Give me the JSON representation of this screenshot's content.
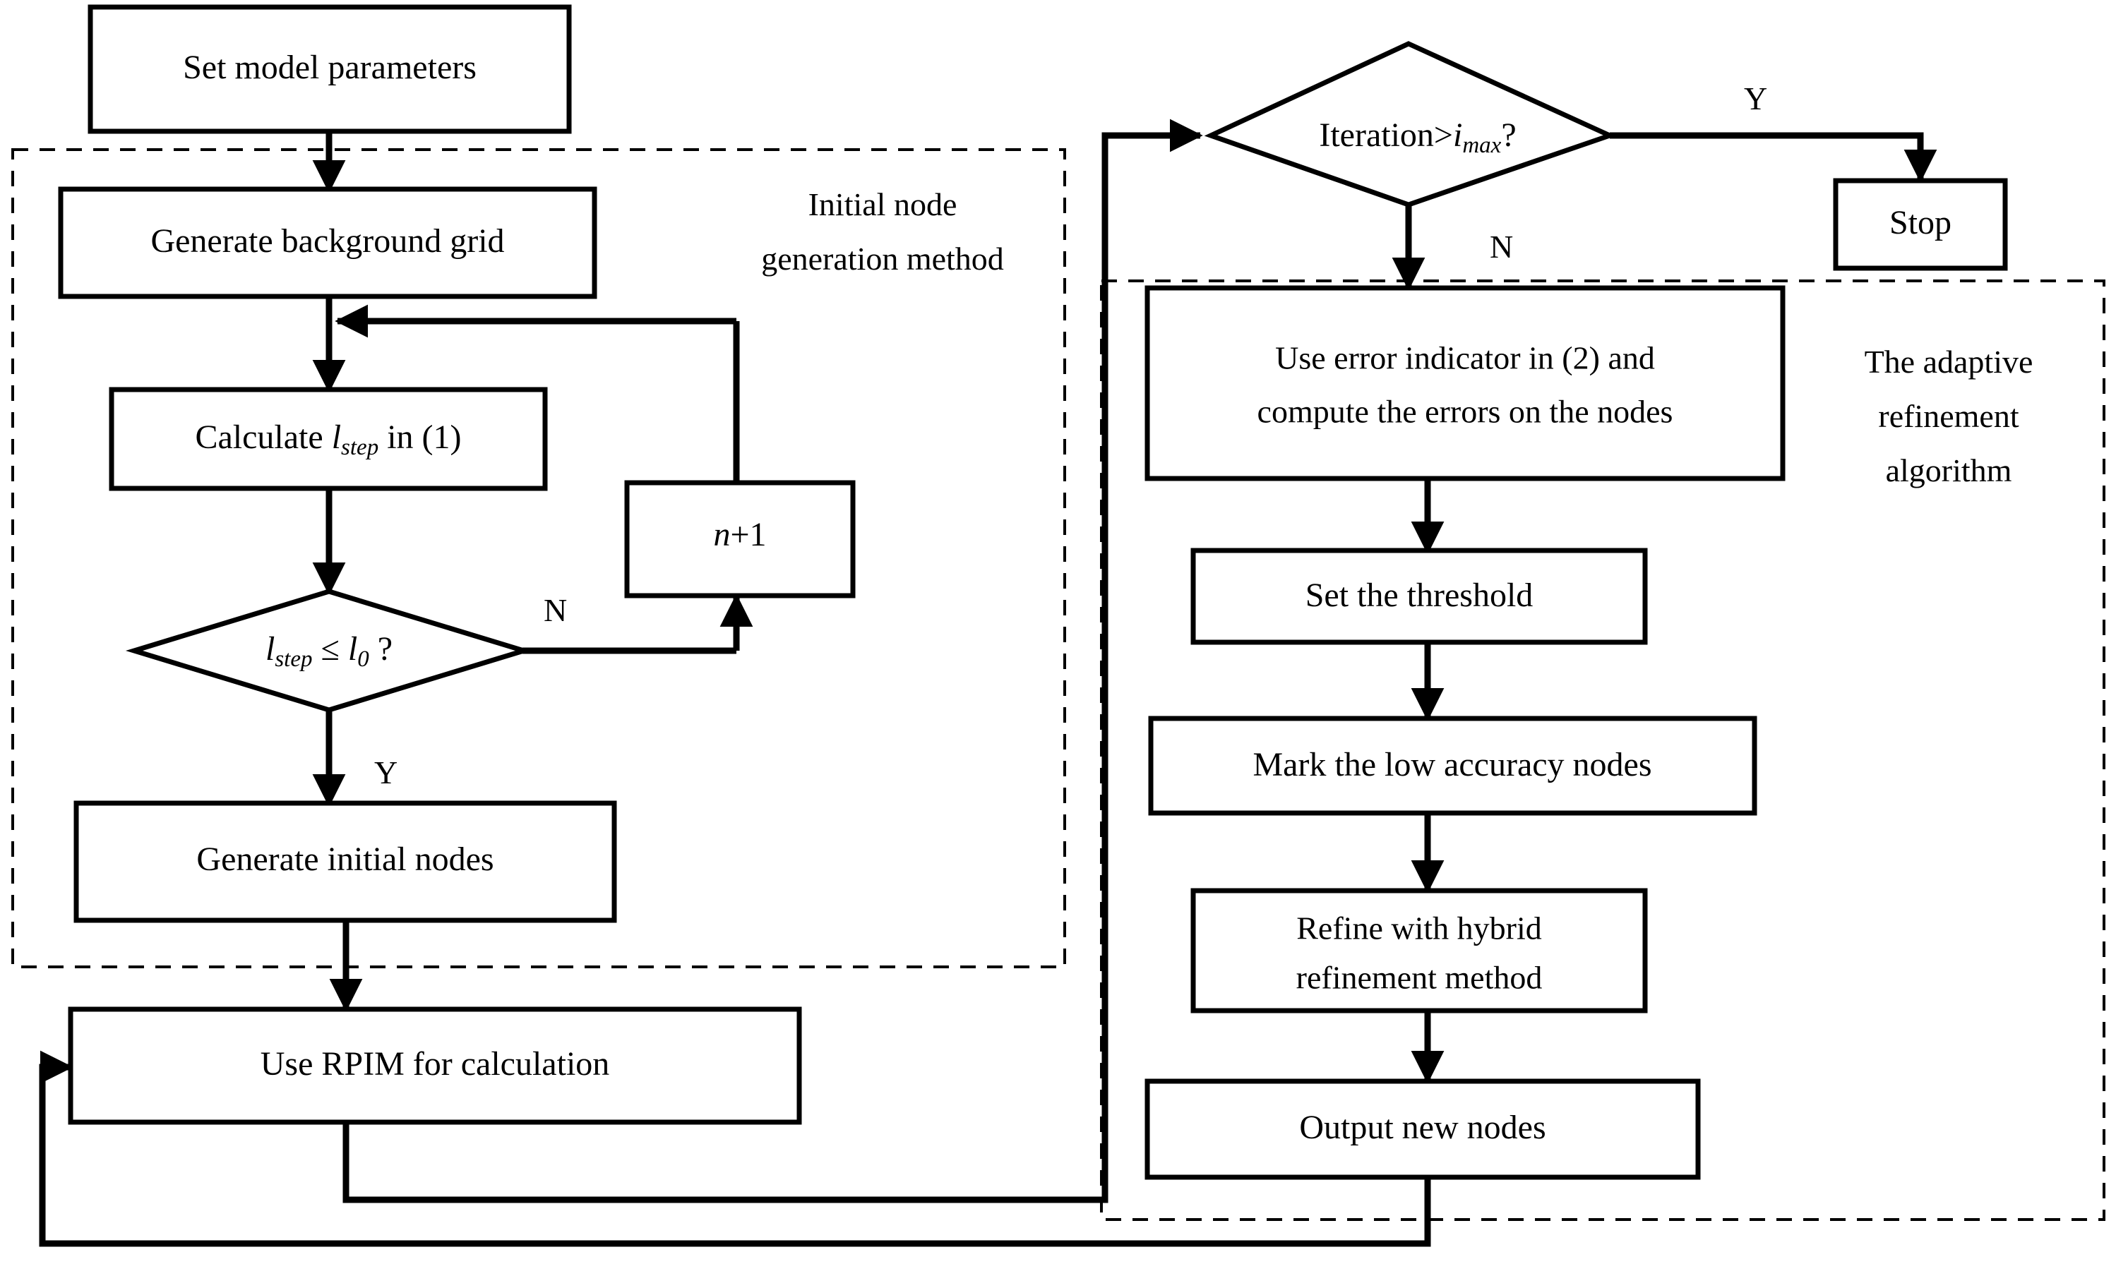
{
  "diagram": {
    "title": "Adaptive node refinement flowchart",
    "groups": [
      {
        "id": "initial-node-group",
        "label_line1": "Initial  node",
        "label_line2": "generation method"
      },
      {
        "id": "adaptive-refinement-group",
        "label_line1": "The adaptive",
        "label_line2": "refinement",
        "label_line3": "algorithm"
      }
    ],
    "nodes": [
      {
        "id": "set-model-parameters",
        "type": "process",
        "label": "Set model parameters"
      },
      {
        "id": "generate-background-grid",
        "type": "process",
        "label": "Generate background grid"
      },
      {
        "id": "calculate-lstep",
        "type": "process",
        "label_pre": "Calculate ",
        "label_var": "l",
        "label_sub": "step",
        "label_post": " in (1)"
      },
      {
        "id": "lstep-decision",
        "type": "decision",
        "label_var1": "l",
        "label_sub1": "step",
        "label_mid": " ≤ ",
        "label_var2": "l",
        "label_sub2": "0",
        "label_post": " ?"
      },
      {
        "id": "increment-n",
        "type": "process",
        "label_var": "n",
        "label_post": "+1"
      },
      {
        "id": "generate-initial-nodes",
        "type": "process",
        "label": "Generate initial nodes"
      },
      {
        "id": "use-rpim-for-calculation",
        "type": "process",
        "label": "Use RPIM  for calculation"
      },
      {
        "id": "iteration-decision",
        "type": "decision",
        "label_pre": "Iteration>",
        "label_var": "i",
        "label_sub": "max",
        "label_post": "?"
      },
      {
        "id": "stop",
        "type": "terminal",
        "label": "Stop"
      },
      {
        "id": "use-error-indicator",
        "type": "process",
        "label_line1": "Use error indicator in (2) and",
        "label_line2": "compute the errors on the nodes"
      },
      {
        "id": "set-the-threshold",
        "type": "process",
        "label": "Set the threshold"
      },
      {
        "id": "mark-low-accuracy-nodes",
        "type": "process",
        "label": "Mark the low accuracy nodes"
      },
      {
        "id": "refine-with-hybrid",
        "type": "process",
        "label_line1": "Refine with hybrid",
        "label_line2": "refinement method"
      },
      {
        "id": "output-new-nodes",
        "type": "process",
        "label": "Output new nodes"
      }
    ],
    "edge_labels": {
      "lstep_no": "N",
      "lstep_yes": "Y",
      "iteration_yes": "Y",
      "iteration_no": "N"
    },
    "colors": {
      "stroke": "#000000",
      "fill": "#ffffff",
      "background": "#ffffff"
    }
  }
}
